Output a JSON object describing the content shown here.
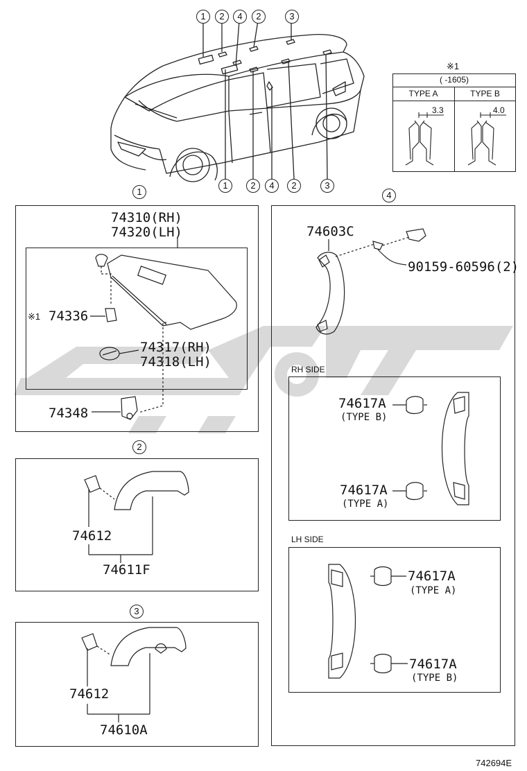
{
  "callouts": {
    "c1": "1",
    "c2": "2",
    "c3": "3",
    "c4": "4"
  },
  "vehicle_callouts_top": [
    "1",
    "2",
    "4",
    "2",
    "3"
  ],
  "vehicle_callouts_bottom": [
    "1",
    "2",
    "4",
    "2",
    "3"
  ],
  "note_table": {
    "mark": "※1",
    "range": "(      -1605)",
    "col_a": "TYPE A",
    "col_b": "TYPE B",
    "dim_a": "3.3",
    "dim_b": "4.0"
  },
  "section1": {
    "circle": "1",
    "part_rh": "74310(RH)",
    "part_lh": "74320(LH)",
    "note_mark": "※1",
    "clip": "74336",
    "holder_rh": "74317(RH)",
    "holder_lh": "74318(LH)",
    "bracket": "74348"
  },
  "section2": {
    "circle": "2",
    "cap": "74612",
    "assy": "74611F"
  },
  "section3": {
    "circle": "3",
    "cap": "74612",
    "assy": "74610A"
  },
  "section4": {
    "circle": "4",
    "grip": "74603C",
    "screw": "90159-60596(2)",
    "rh_side": "RH SIDE",
    "lh_side": "LH SIDE",
    "cover": "74617A",
    "type_a": "(TYPE A)",
    "type_b": "(TYPE B)"
  },
  "footer_code": "742694E",
  "colors": {
    "line": "#222222",
    "watermark": "#d9d9d9"
  }
}
